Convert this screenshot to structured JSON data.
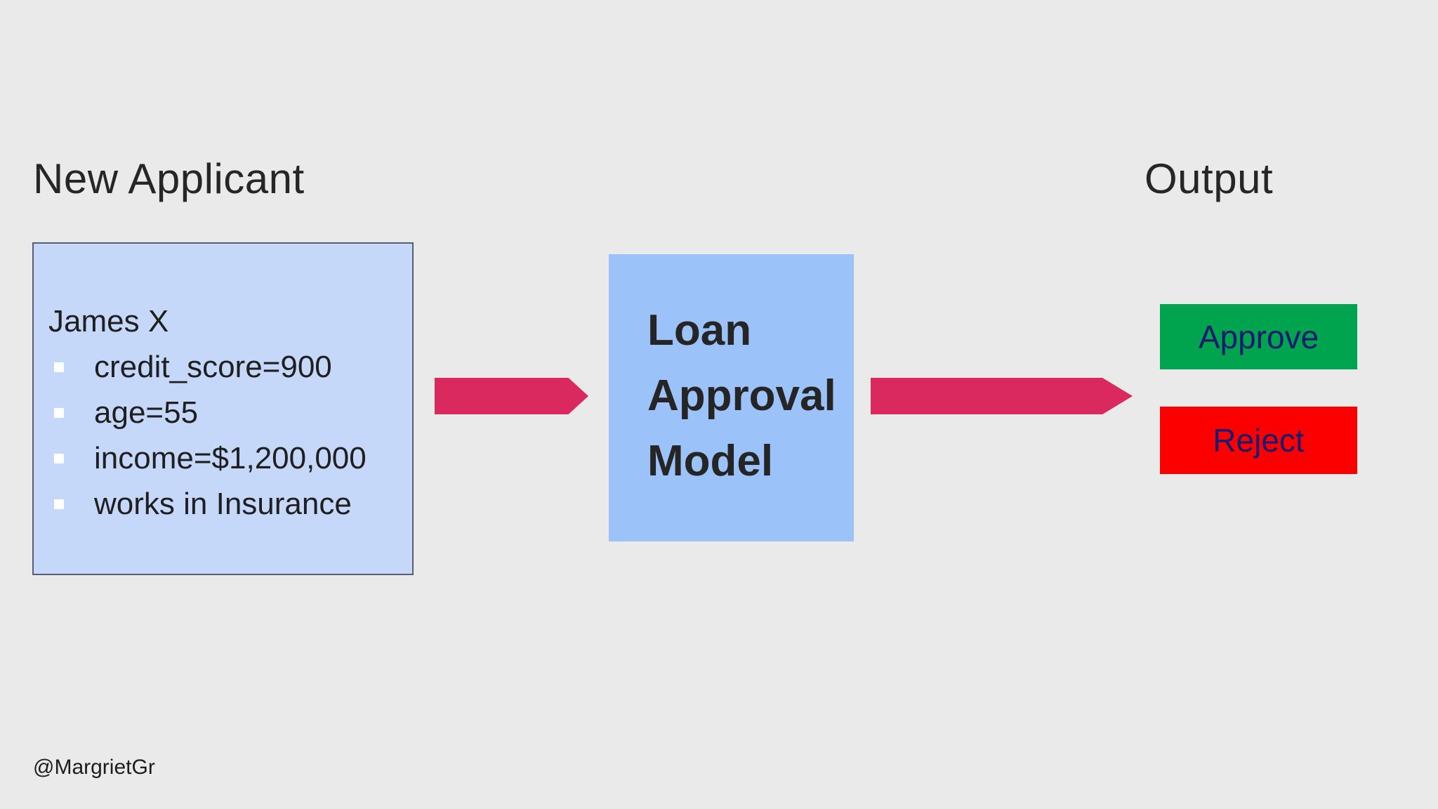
{
  "slide": {
    "background_color": "#eaeaea",
    "attribution": "@MargrietGr"
  },
  "applicant_section": {
    "heading": "New Applicant",
    "card": {
      "name": "James X",
      "bullet_items": [
        "credit_score=900",
        "age=55",
        "income=$1,200,000",
        "works in Insurance"
      ],
      "fill_color": "#c5d8fa",
      "border_color": "#57606e",
      "bullet_color": "#ffffff"
    }
  },
  "flow": {
    "arrow_color": "#d9295f"
  },
  "model_section": {
    "line1": "Loan",
    "line2": "Approval",
    "line3": "Model",
    "fill_color": "#9cc2fa"
  },
  "output_section": {
    "heading": "Output",
    "approve_label": "Approve",
    "approve_color": "#00a44f",
    "reject_label": "Reject",
    "reject_color": "#fc0000",
    "label_text_color": "#1a1a6e"
  }
}
